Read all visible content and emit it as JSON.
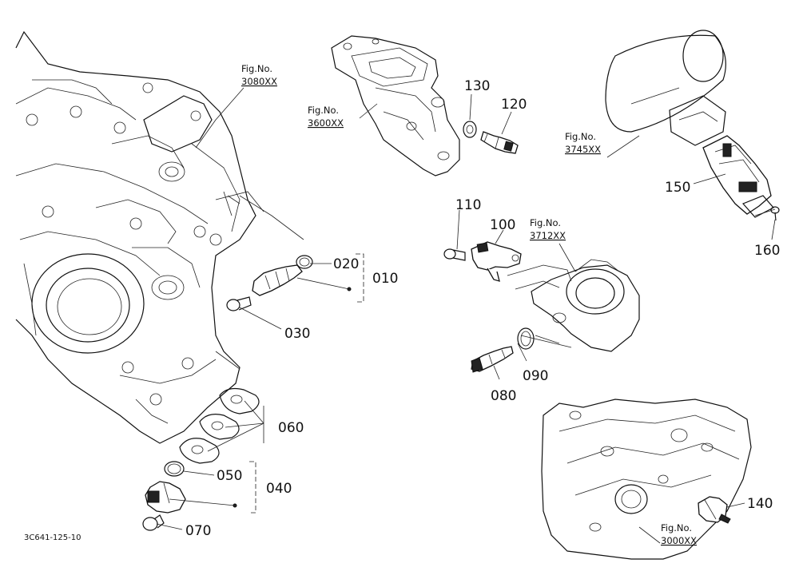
{
  "diagram": {
    "drawing_code": "3C641-125-10",
    "fig_refs": [
      {
        "id": "fig-3080",
        "prefix": "Fig.No.",
        "number": "3080XX"
      },
      {
        "id": "fig-3600",
        "prefix": "Fig.No.",
        "number": "3600XX"
      },
      {
        "id": "fig-3745",
        "prefix": "Fig.No.",
        "number": "3745XX"
      },
      {
        "id": "fig-3712",
        "prefix": "Fig.No.",
        "number": "3712XX"
      },
      {
        "id": "fig-3000",
        "prefix": "Fig.No.",
        "number": "3000XX"
      }
    ],
    "part_labels": [
      {
        "id": "p010",
        "text": "010"
      },
      {
        "id": "p020",
        "text": "020"
      },
      {
        "id": "p030",
        "text": "030"
      },
      {
        "id": "p040",
        "text": "040"
      },
      {
        "id": "p050",
        "text": "050"
      },
      {
        "id": "p060",
        "text": "060"
      },
      {
        "id": "p070",
        "text": "070"
      },
      {
        "id": "p080",
        "text": "080"
      },
      {
        "id": "p090",
        "text": "090"
      },
      {
        "id": "p100",
        "text": "100"
      },
      {
        "id": "p110",
        "text": "110"
      },
      {
        "id": "p120",
        "text": "120"
      },
      {
        "id": "p130",
        "text": "130"
      },
      {
        "id": "p140",
        "text": "140"
      },
      {
        "id": "p150",
        "text": "150"
      },
      {
        "id": "p160",
        "text": "160"
      }
    ]
  }
}
